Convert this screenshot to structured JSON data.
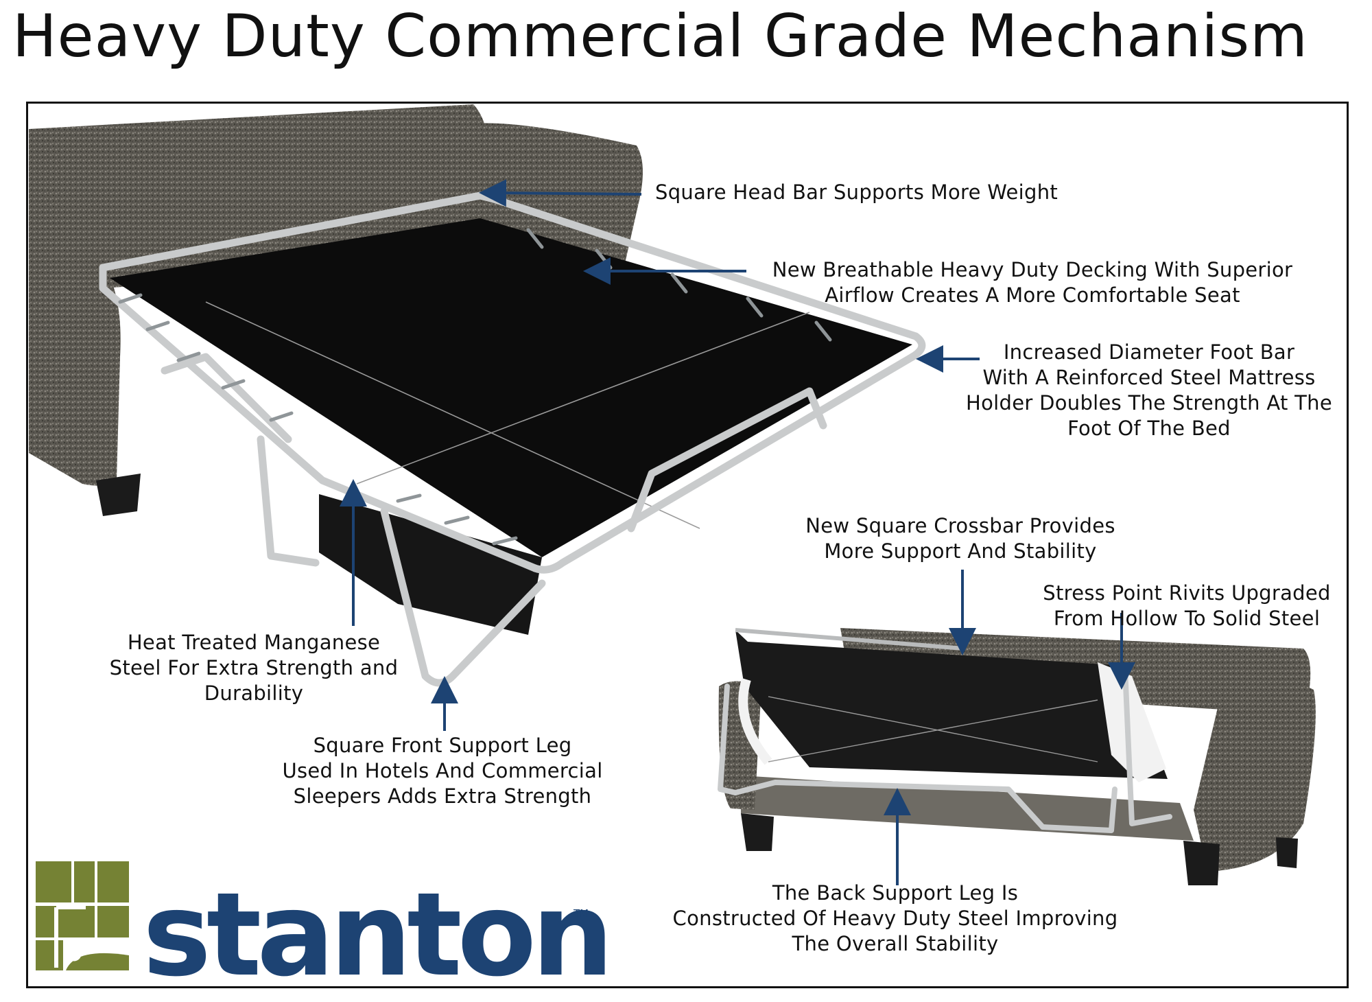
{
  "title": "Heavy Duty Commercial Grade Mechanism",
  "colors": {
    "arrow": "#1d4373",
    "brand_blue": "#1d4373",
    "brand_green": "#758234",
    "frame": "#111111"
  },
  "callouts": {
    "head_bar": {
      "lines": [
        "Square Head Bar Supports  More Weight"
      ]
    },
    "decking": {
      "lines": [
        "New Breathable Heavy Duty Decking With Superior",
        "Airflow Creates A More Comfortable Seat"
      ]
    },
    "foot_bar": {
      "lines": [
        "Increased Diameter Foot Bar",
        "With A Reinforced Steel Mattress",
        "Holder Doubles The Strength At The",
        "Foot Of The Bed"
      ]
    },
    "crossbar": {
      "lines": [
        "New Square Crossbar Provides",
        "More Support And Stability"
      ]
    },
    "rivets": {
      "lines": [
        "Stress Point Rivits Upgraded",
        "From Hollow To Solid Steel"
      ]
    },
    "manganese": {
      "lines": [
        "Heat Treated Manganese",
        "Steel For Extra Strength and",
        "Durability"
      ]
    },
    "front_leg": {
      "lines": [
        "Square Front Support Leg",
        "Used In Hotels And Commercial",
        "Sleepers Adds Extra Strength"
      ]
    },
    "back_leg": {
      "lines": [
        "The Back Support Leg Is",
        "Constructed Of Heavy Duty Steel Improving",
        "The Overall Stability"
      ]
    }
  },
  "brand": {
    "name": "stanton",
    "trademark": "TM"
  }
}
